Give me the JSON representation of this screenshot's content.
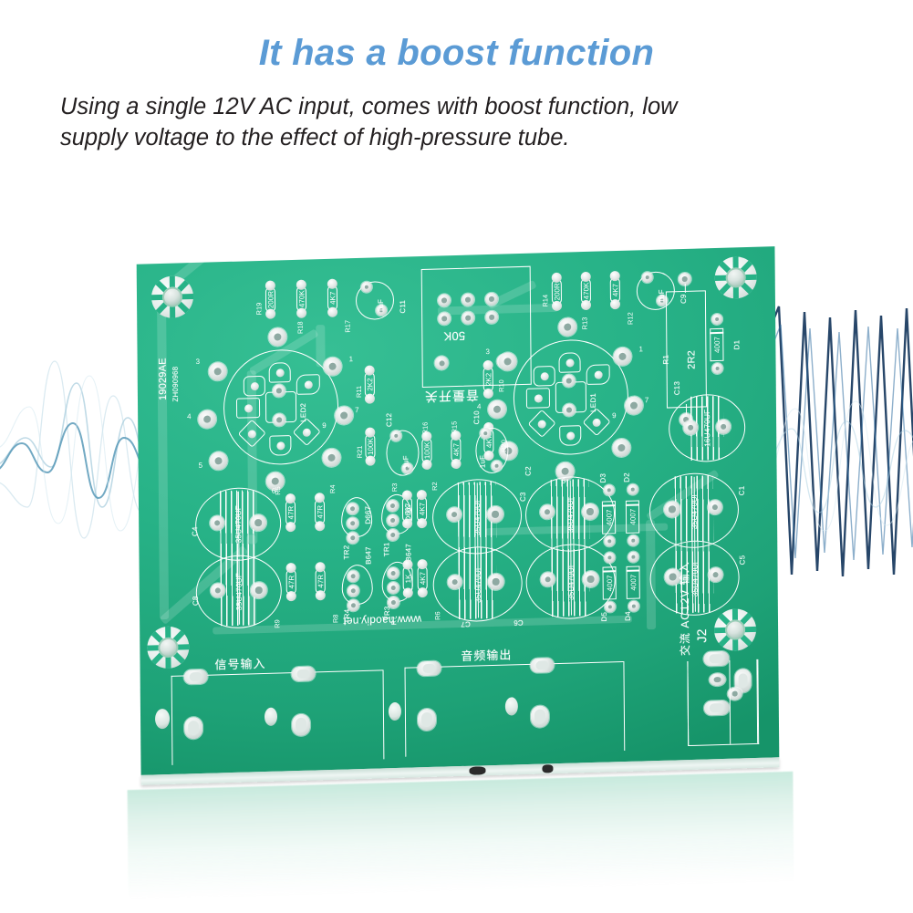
{
  "header": {
    "headline": "It has a boost function",
    "body_line1": "Using a single 12V AC input, comes with boost function, low",
    "body_line2": "supply voltage to the effect of high-pressure tube.",
    "headline_color": "#5B9BD5",
    "body_color": "#231F20"
  },
  "graphics": {
    "background": "#FFFFFF",
    "waveform_left_color": "#6aa9c4",
    "waveform_right_color": "#17365d",
    "pcb_green": "#27B287",
    "silkscreen_color": "#FFFFFF",
    "pad_color": "#E4EAE8"
  },
  "pcb": {
    "board_id": "19029AE",
    "board_code": "ZH090968",
    "website": "www.haodiy.net",
    "connector_label": "J2",
    "pot_label": "50K",
    "pot_cn": "音量开关",
    "input_cn": "信号输入",
    "output_cn": "音频输出",
    "power_cn": "交流 AC12V 输入",
    "resistors": [
      {
        "ref": "R19",
        "value": "200R"
      },
      {
        "ref": "R18",
        "value": "470K"
      },
      {
        "ref": "R17",
        "value": "4K7"
      },
      {
        "ref": "R14",
        "value": "200R"
      },
      {
        "ref": "R13",
        "value": "470K"
      },
      {
        "ref": "R12",
        "value": "4K7"
      },
      {
        "ref": "R11",
        "value": "2K2"
      },
      {
        "ref": "R10",
        "value": "2K2"
      },
      {
        "ref": "R21",
        "value": "100K"
      },
      {
        "ref": "R16",
        "value": "100K"
      },
      {
        "ref": "R20",
        "value": "4K7"
      },
      {
        "ref": "R15",
        "value": "4K7"
      },
      {
        "ref": "R5",
        "value": "47R"
      },
      {
        "ref": "R4",
        "value": "47R"
      },
      {
        "ref": "R9",
        "value": "47R"
      },
      {
        "ref": "R8",
        "value": "47R"
      },
      {
        "ref": "R3",
        "value": "1K"
      },
      {
        "ref": "R2",
        "value": "4K7"
      },
      {
        "ref": "R7",
        "value": "1K"
      },
      {
        "ref": "R6",
        "value": "4K7"
      },
      {
        "ref": "R1",
        "value": "2R2"
      }
    ],
    "capacitors": [
      {
        "ref": "C11",
        "value": "1uF"
      },
      {
        "ref": "C9",
        "value": "1uF"
      },
      {
        "ref": "C12",
        "value": "1uF"
      },
      {
        "ref": "C10",
        "value": "1uF"
      },
      {
        "ref": "C4",
        "value": "35U470UF"
      },
      {
        "ref": "C8",
        "value": "35U470UF"
      },
      {
        "ref": "C3",
        "value": "35U470UF"
      },
      {
        "ref": "C7",
        "value": "35U470UF"
      },
      {
        "ref": "C2",
        "value": "35U470UF"
      },
      {
        "ref": "C6",
        "value": "35U470UF"
      },
      {
        "ref": "C1",
        "value": "35U470UF"
      },
      {
        "ref": "C5",
        "value": "35U470UF"
      },
      {
        "ref": "C13",
        "value": "16U470UF"
      }
    ],
    "diodes": [
      {
        "ref": "D1",
        "value": "4007"
      },
      {
        "ref": "D2",
        "value": "4007"
      },
      {
        "ref": "D3",
        "value": "4007"
      },
      {
        "ref": "D4",
        "value": "4007"
      },
      {
        "ref": "D5",
        "value": "4007"
      }
    ],
    "transistors": [
      {
        "ref": "TR1",
        "value": "D667"
      },
      {
        "ref": "TR2",
        "value": "D667"
      },
      {
        "ref": "TR3",
        "value": "B647"
      },
      {
        "ref": "TR4",
        "value": "B647"
      }
    ],
    "leds": [
      {
        "ref": "LED1"
      },
      {
        "ref": "LED2"
      }
    ],
    "socket_pins": [
      "1",
      "2",
      "3",
      "4",
      "5",
      "6",
      "7",
      "8",
      "9"
    ]
  }
}
